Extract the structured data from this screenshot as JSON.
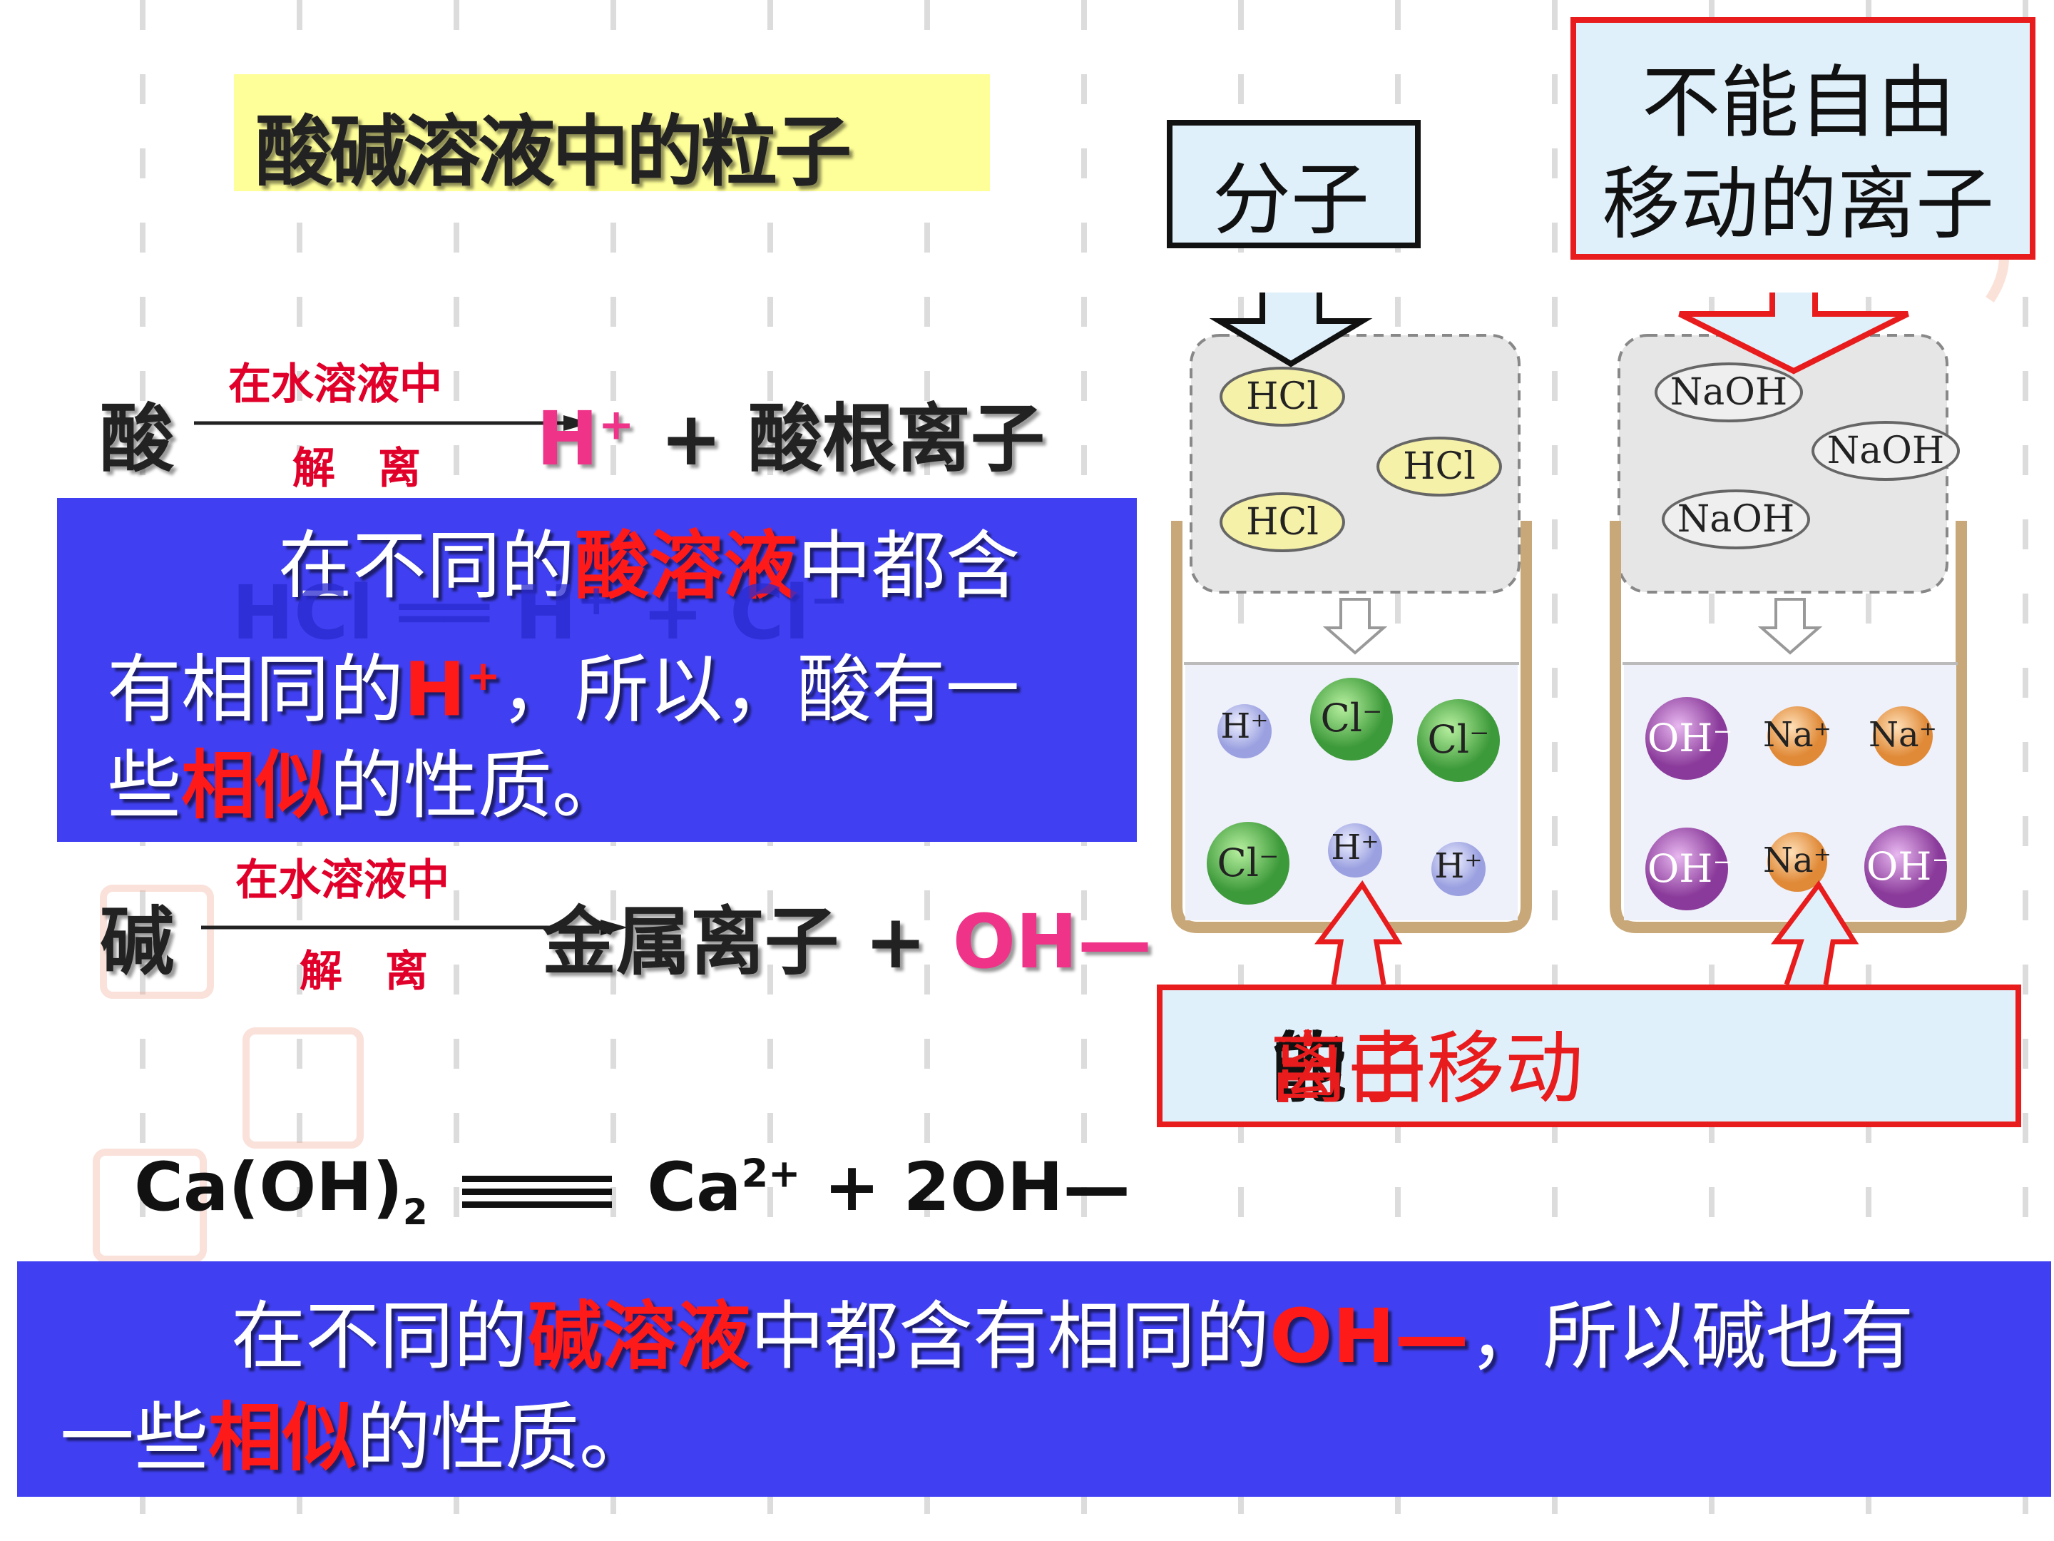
{
  "title": "酸碱溶液中的粒子",
  "acid_eq": {
    "lhs": "酸",
    "cond_top": "在水溶液中",
    "cond_bottom": "解　离",
    "ion": "H",
    "ion_sup": "+",
    "plus": " + ",
    "rest": "酸根离子"
  },
  "acid_box": {
    "line1_pre": "在不同的",
    "line1_red": "酸溶液",
    "line1_post": "中都含",
    "line2_pre": "有相同的",
    "line2_red": "H",
    "line2_sup": "+",
    "line2_post": "，所以，酸有一",
    "line3_pre": "些",
    "line3_red": "相似",
    "line3_post": "的性质。"
  },
  "hcl_ghost": "HCl ══ H⁺ + Cl⁻",
  "base_eq": {
    "lhs": "碱",
    "cond_top": "在水溶液中",
    "cond_bottom": "解　离",
    "rest": "金属离子",
    "plus": " + ",
    "ion": "OH—"
  },
  "caoh_eq": {
    "lhs": "Ca(OH)",
    "lhs_sub": "2",
    "ca": "Ca",
    "ca_sup": "2+",
    "rhs": " + 2OH—"
  },
  "base_box": {
    "line1_pre": "在不同的",
    "line1_red": "碱溶液",
    "line1_mid": "中都含有相同的",
    "line1_ion": "OH—",
    "line1_post": "，所以碱也有",
    "line2_pre": "一些",
    "line2_red": "相似",
    "line2_post": "的性质。"
  },
  "callouts": {
    "molecule": "分子",
    "not_free_1": "不能自由",
    "not_free_2": "移动的离子",
    "free_pre": "能",
    "free_red1": "自由移动",
    "free_mid": "的",
    "free_red2": "离子"
  },
  "beaker_left": {
    "molecules": [
      "HCl",
      "HCl",
      "HCl"
    ],
    "ions": [
      "H⁺",
      "Cl⁻",
      "Cl⁻",
      "Cl⁻",
      "H⁺",
      "H⁺"
    ]
  },
  "beaker_right": {
    "molecules": [
      "NaOH",
      "NaOH",
      "NaOH"
    ],
    "ions": [
      "OH⁻",
      "Na⁺",
      "Na⁺",
      "OH⁻",
      "Na⁺",
      "OH⁻"
    ]
  },
  "colors": {
    "blue_box": "#4040f2",
    "title_bg": "#ffff99",
    "red_text": "#ff1a1a",
    "pink_ion": "#ee3388",
    "callout_bg": "#dff0fb",
    "callout_border": "#e81c1c"
  }
}
